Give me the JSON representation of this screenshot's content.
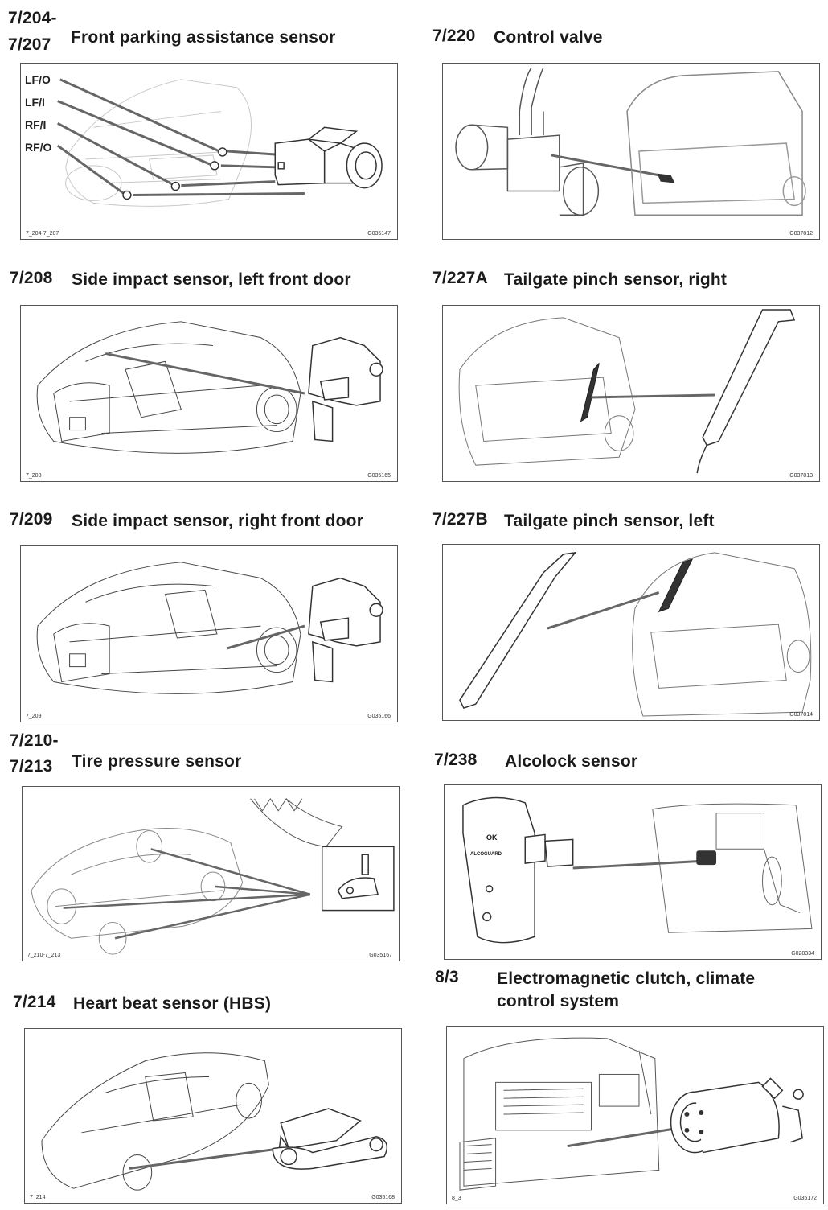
{
  "sections": [
    {
      "code": "7/204-\n7/207",
      "title": "Front parking assistance sensor",
      "ref_left": "7_204-7_207",
      "ref_right": "G035147",
      "callouts": [
        "LF/O",
        "LF/I",
        "RF/I",
        "RF/O"
      ]
    },
    {
      "code": "7/220",
      "title": "Control valve",
      "ref_left": "",
      "ref_right": "G037812"
    },
    {
      "code": "7/208",
      "title": "Side impact sensor, left front door",
      "ref_left": "7_208",
      "ref_right": "G035165"
    },
    {
      "code": "7/227A",
      "title": "Tailgate pinch sensor, right",
      "ref_left": "",
      "ref_right": "G037813"
    },
    {
      "code": "7/209",
      "title": "Side impact sensor, right front door",
      "ref_left": "7_209",
      "ref_right": "G035166"
    },
    {
      "code": "7/227B",
      "title": "Tailgate pinch sensor, left",
      "ref_left": "",
      "ref_right": "G037814"
    },
    {
      "code": "7/210-\n7/213",
      "title": "Tire pressure sensor",
      "ref_left": "7_210-7_213",
      "ref_right": "G035167"
    },
    {
      "code": "7/238",
      "title": "Alcolock sensor",
      "ref_left": "",
      "ref_right": "G028334",
      "device_text": [
        "OK",
        "ALCOGUARD"
      ]
    },
    {
      "code": "7/214",
      "title": "Heart beat sensor (HBS)",
      "ref_left": "7_214",
      "ref_right": "G035168"
    },
    {
      "code": "8/3",
      "title": "Electromagnetic clutch, climate\ncontrol system",
      "ref_left": "8_3",
      "ref_right": "G035172"
    }
  ]
}
